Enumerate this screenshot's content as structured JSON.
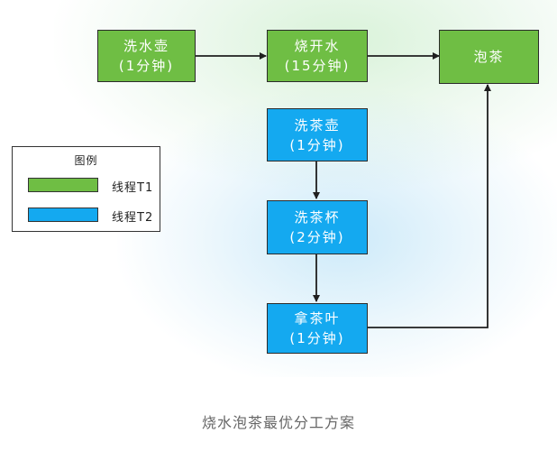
{
  "nodes": {
    "wash_kettle": {
      "line1": "洗水壶",
      "line2": "(1分钟)"
    },
    "boil_water": {
      "line1": "烧开水",
      "line2": "(15分钟)"
    },
    "make_tea": {
      "line1": "泡茶"
    },
    "wash_teapot": {
      "line1": "洗茶壶",
      "line2": "(1分钟)"
    },
    "wash_cups": {
      "line1": "洗茶杯",
      "line2": "(2分钟)"
    },
    "get_tea": {
      "line1": "拿茶叶",
      "line2": "(1分钟)"
    }
  },
  "legend": {
    "title": "图例",
    "items": [
      {
        "label": "线程T1",
        "color": "#6fbe44"
      },
      {
        "label": "线程T2",
        "color": "#14a9f0"
      }
    ]
  },
  "edges": [
    {
      "from": "wash_kettle",
      "to": "boil_water"
    },
    {
      "from": "boil_water",
      "to": "make_tea"
    },
    {
      "from": "wash_teapot",
      "to": "wash_cups"
    },
    {
      "from": "wash_cups",
      "to": "get_tea"
    },
    {
      "from": "get_tea",
      "to": "make_tea"
    }
  ],
  "caption": "烧水泡茶最优分工方案"
}
